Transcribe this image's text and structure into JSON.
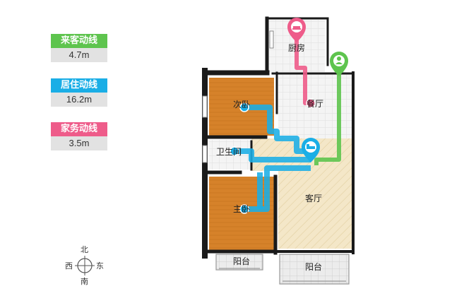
{
  "legend": [
    {
      "label": "来客动线",
      "value": "4.7m",
      "color": "#5ec44e"
    },
    {
      "label": "居住动线",
      "value": "16.2m",
      "color": "#1aaee6"
    },
    {
      "label": "家务动线",
      "value": "3.5m",
      "color": "#ee5c8a"
    }
  ],
  "rooms": {
    "kitchen": "厨房",
    "dining": "餐厅",
    "bedroom2": "次卧",
    "bathroom": "卫生间",
    "living": "客厅",
    "master": "主卧",
    "balcony1": "阳台",
    "balcony2": "阳台"
  },
  "compass": {
    "north": "北",
    "south": "南",
    "east": "东",
    "west": "西"
  },
  "colors": {
    "guest": "#5ec44e",
    "living": "#1aaee6",
    "chore": "#ee5c8a",
    "wall": "#1a1a1a",
    "floor_wood": "#d4801f",
    "floor_tile": "#f3e6c6"
  }
}
